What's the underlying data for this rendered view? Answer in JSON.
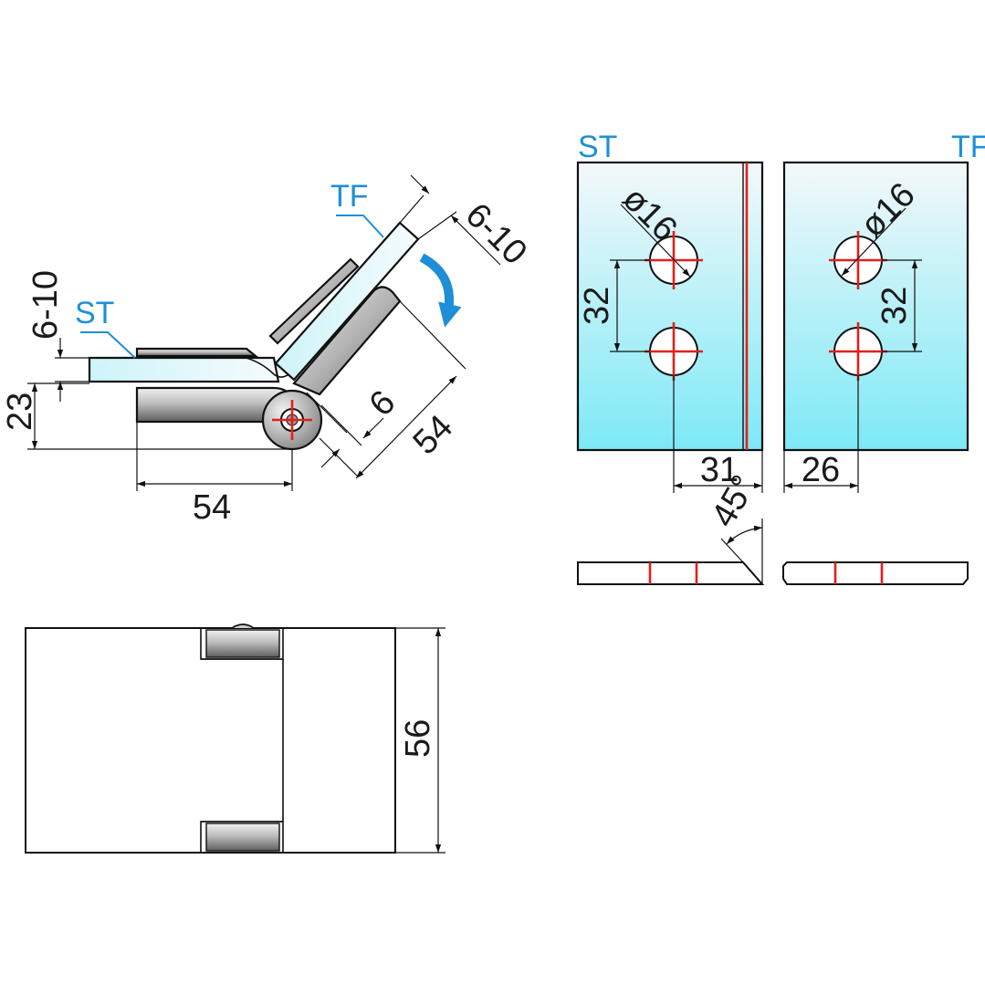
{
  "labels": {
    "side_view_st": "ST",
    "side_view_tf": "TF",
    "plate_st": "ST",
    "plate_tf": "TF"
  },
  "dimensions": {
    "side_thickness_left": "6-10",
    "side_thickness_right": "6-10",
    "height": "23",
    "base_length": "54",
    "arm_length": "54",
    "gap": "6",
    "st_hole_diameter": "ø16",
    "tf_hole_diameter": "ø16",
    "st_hole_spacing": "32",
    "tf_hole_spacing": "32",
    "st_edge_offset": "31",
    "tf_edge_offset": "26",
    "bevel_angle": "45°",
    "front_height": "56"
  },
  "colors": {
    "glass_top": "#f4f8fa",
    "glass_bottom": "#7de9f6",
    "metal_light": "#e6e6e6",
    "metal_dark": "#5e5e5e",
    "centerline": "#e0201b",
    "label": "#1e8fd6",
    "rotation_arrow": "#1e8fd6"
  }
}
